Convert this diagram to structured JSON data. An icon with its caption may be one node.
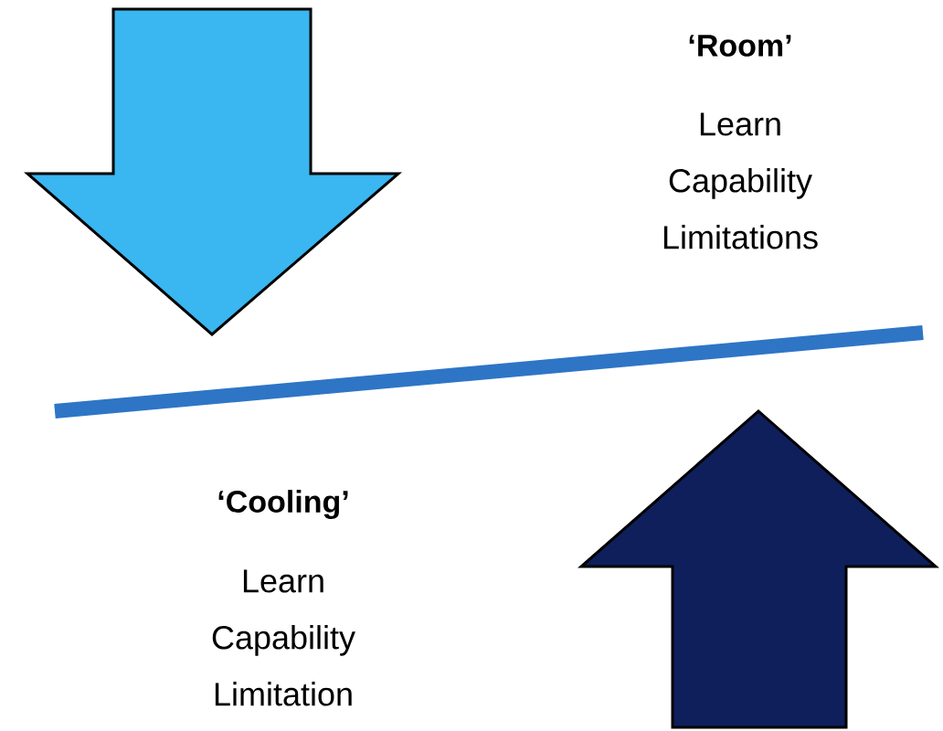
{
  "diagram": {
    "labels": [
      "‘Room’",
      "Learn Capability Limitations",
      "‘Cooling’",
      "Learn Capability Limitation"
    ]
  }
}
